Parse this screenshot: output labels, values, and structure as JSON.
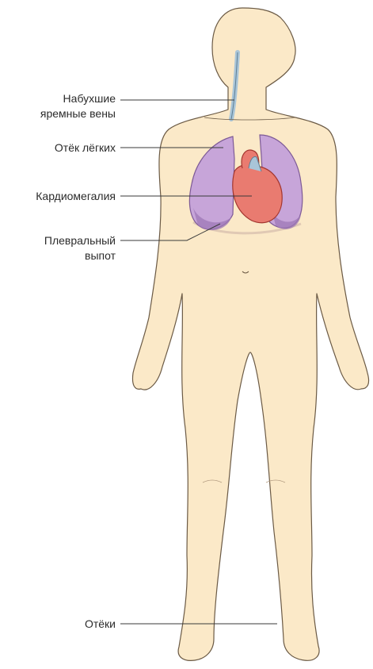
{
  "labels": {
    "jugular_line1": "Набухшие",
    "jugular_line2": "яремные вены",
    "lung_edema": "Отёк лёгких",
    "cardiomegaly": "Кардиомегалия",
    "effusion_line1": "Плевральный",
    "effusion_line2": "выпот",
    "edema": "Отёки"
  },
  "colors": {
    "skin": "#fbe9c8",
    "skin_outline": "#6b5a45",
    "lung": "#c7a5d9",
    "lung_dark": "#9d78b6",
    "heart": "#e97b70",
    "heart_dark": "#c4473f",
    "vein": "#a9c5d8",
    "effusion": "#e0c9b4"
  }
}
